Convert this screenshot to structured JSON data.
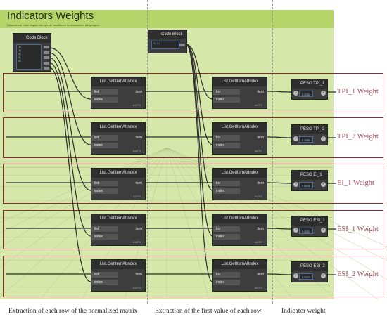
{
  "group": {
    "title": "Indicators Weights",
    "description": "Descrizione <fare doppio clic qui per modificare la descrizione del gruppo>"
  },
  "code_blocks": [
    {
      "title": "Code Block",
      "lines": [
        "1;",
        "2;",
        "3;",
        "4;",
        "5;"
      ]
    },
    {
      "title": "Code Block",
      "lines": [
        "1-1;"
      ]
    }
  ],
  "get_item_node": {
    "title": "List.GetItemAtIndex",
    "port_list": "list",
    "port_index": "index",
    "port_item": "item",
    "lacing": "AUTO"
  },
  "peso_nodes": [
    {
      "title": "PESO TPI_1",
      "value": "0.2052"
    },
    {
      "title": "PESO TPI_2",
      "value": "0.2985"
    },
    {
      "title": "PESO EI_1",
      "value": "0.6445"
    },
    {
      "title": "PESO ESI_1",
      "value": "0.2693"
    },
    {
      "title": "PESO ESI_2",
      "value": "0.0323"
    }
  ],
  "weight_labels": [
    "TPI_1 Weight",
    "TPI_2 Weight",
    "EI_1 Weight",
    "ESI_1 Weight",
    "ESI_2 Weight"
  ],
  "captions": {
    "col1": "Extraction of each row of the normalized matrix",
    "col2": "Extraction of the first value of each row",
    "col3": "Indicator weight"
  },
  "colors": {
    "group_bg": "#d6e8a9",
    "group_header": "#b5d46a",
    "row_border": "#8c2a35",
    "label_color": "#a0505b",
    "node_bg": "#3d3d3d"
  }
}
